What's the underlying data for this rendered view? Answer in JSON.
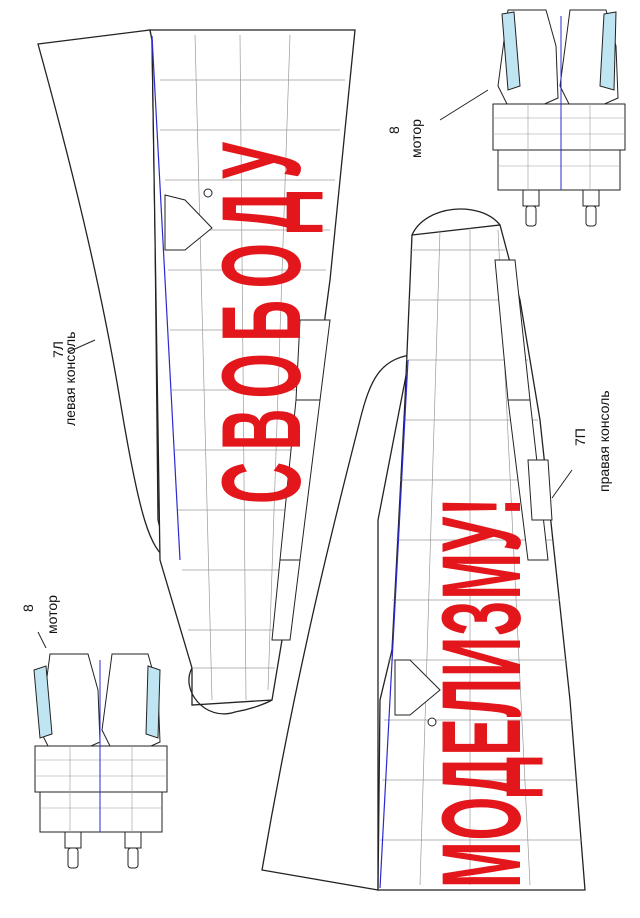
{
  "labels": {
    "left_wing_number": "7Л",
    "left_wing_name": "левая консоль",
    "right_wing_number": "7П",
    "right_wing_name": "правая консоль",
    "motor_top_number": "8",
    "motor_top_name": "мотор",
    "motor_bottom_number": "8",
    "motor_bottom_name": "мотор"
  },
  "stamp": {
    "line1": "СВОБОДУ",
    "line2": "МОДЕЛИЗМУ!"
  },
  "colors": {
    "stamp": "#e3171b",
    "outline": "#222222",
    "panel_lines": "#9a9a9a",
    "spar_line": "#2a2ad0",
    "intake_fill": "#bfe4f2"
  }
}
